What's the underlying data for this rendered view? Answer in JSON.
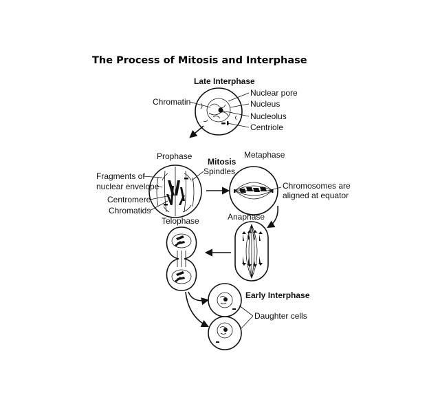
{
  "title": "The Process of Mitosis and Interphase",
  "stages": {
    "late_interphase": "Late Interphase",
    "prophase": "Prophase",
    "mitosis": "Mitosis",
    "metaphase": "Metaphase",
    "anaphase": "Anaphase",
    "telophase": "Telophase",
    "early_interphase": "Early Interphase"
  },
  "labels": {
    "chromatin": "Chromatin",
    "nuclear_pore": "Nuclear pore",
    "nucleus": "Nucleus",
    "nucleolus": "Nucleolus",
    "centriole": "Centriole",
    "fragments_line1": "Fragments of",
    "fragments_line2": "nuclear envelope",
    "centromere": "Centromere",
    "chromatids": "Chromatids",
    "spindles": "Spindles",
    "chromosomes_line1": "Chromosomes are",
    "chromosomes_line2": "aligned at equator",
    "daughter_cells": "Daughter cells"
  }
}
